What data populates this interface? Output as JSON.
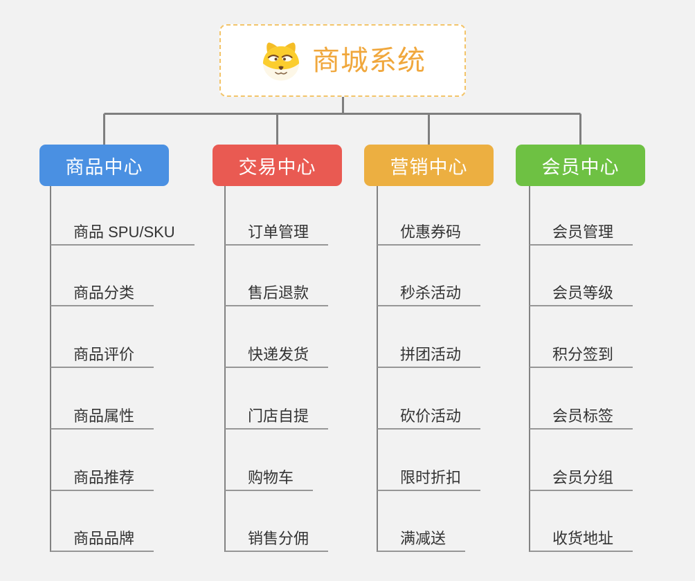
{
  "canvas": {
    "background": "#f2f2f2",
    "connector_color": "#7f7f7f",
    "underline_color": "#969696"
  },
  "root": {
    "title": "商城系统",
    "icon": "dog-face",
    "title_color": "#f0a73c",
    "border_color": "#f3c469"
  },
  "branches": [
    {
      "id": "product-center",
      "label": "商品中心",
      "color": "#4a90e2",
      "children": [
        "商品 SPU/SKU",
        "商品分类",
        "商品评价",
        "商品属性",
        "商品推荐",
        "商品品牌"
      ]
    },
    {
      "id": "trade-center",
      "label": "交易中心",
      "color": "#e95a52",
      "children": [
        "订单管理",
        "售后退款",
        "快递发货",
        "门店自提",
        "购物车",
        "销售分佣"
      ]
    },
    {
      "id": "marketing-center",
      "label": "营销中心",
      "color": "#ecaf41",
      "children": [
        "优惠券码",
        "秒杀活动",
        "拼团活动",
        "砍价活动",
        "限时折扣",
        "满减送"
      ]
    },
    {
      "id": "member-center",
      "label": "会员中心",
      "color": "#6ec143",
      "children": [
        "会员管理",
        "会员等级",
        "积分签到",
        "会员标签",
        "会员分组",
        "收货地址"
      ]
    }
  ]
}
